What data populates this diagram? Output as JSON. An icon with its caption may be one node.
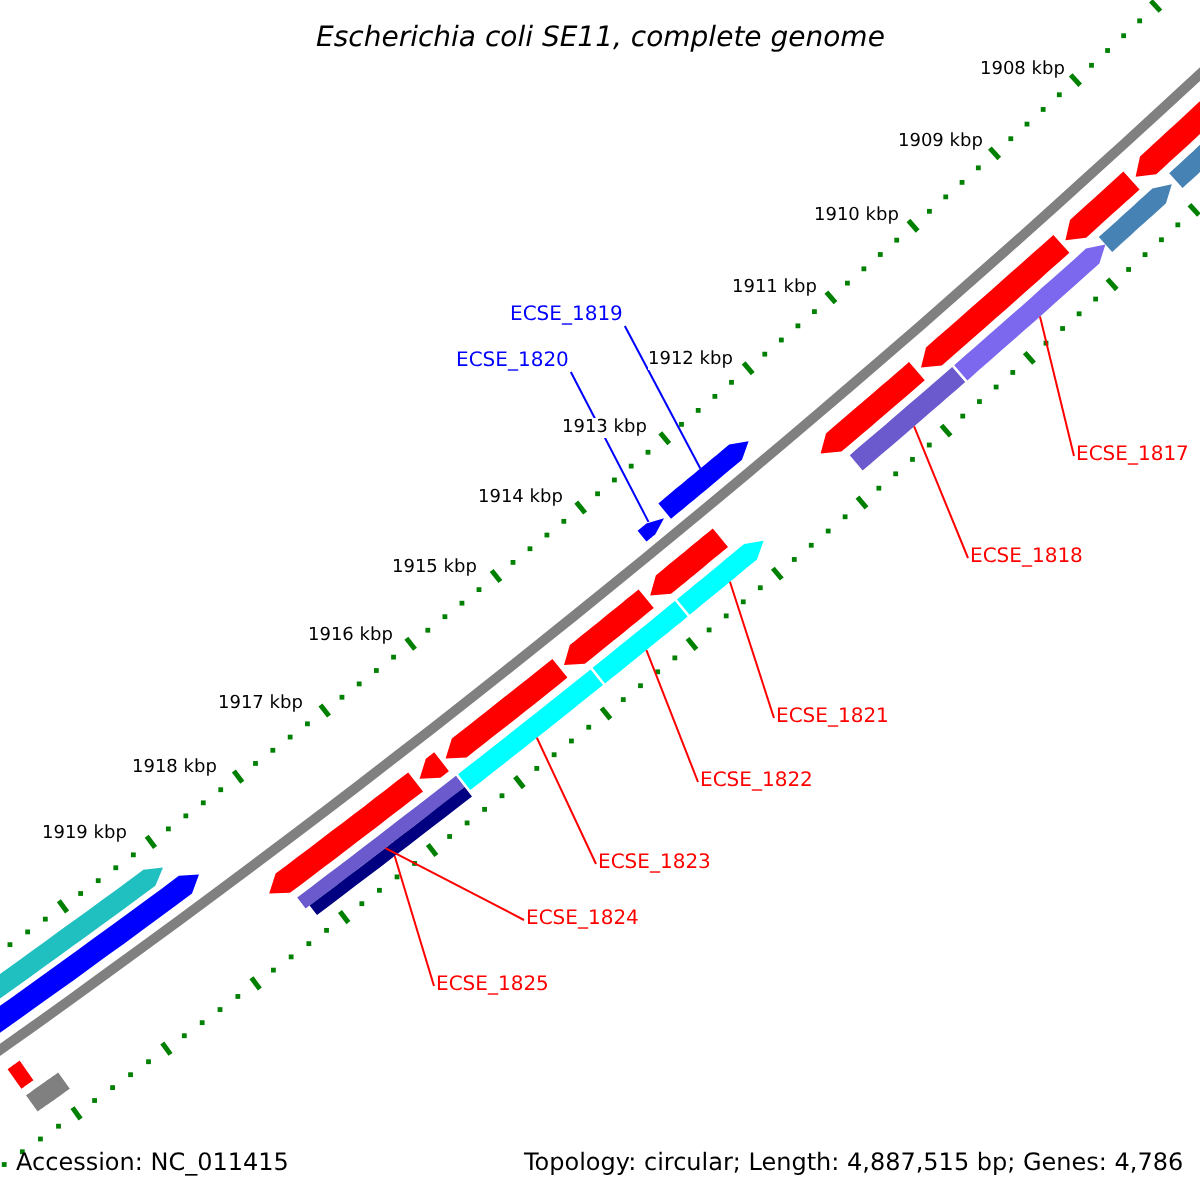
{
  "diagram": {
    "title": "Escherichia coli SE11, complete genome",
    "nodes": [
      {
        "text": [
          "ECSE_1819"
        ]
      },
      {
        "text": [
          "ECSE_1820"
        ]
      },
      {
        "text": [
          "ECSE_1817"
        ]
      },
      {
        "text": [
          "ECSE_1818"
        ]
      },
      {
        "text": [
          "ECSE_1821"
        ]
      },
      {
        "text": [
          "ECSE_1822"
        ]
      },
      {
        "text": [
          "ECSE_1823"
        ]
      },
      {
        "text": [
          "ECSE_1824"
        ]
      },
      {
        "text": [
          "ECSE_1825"
        ]
      },
      {
        "text": [],
        "shape": "bar"
      },
      {
        "text": [],
        "shape": "bar"
      },
      {
        "text": [],
        "shape": "bar"
      },
      {
        "text": [],
        "shape": "bar"
      },
      {
        "text": [],
        "shape": "bar"
      },
      {
        "text": [],
        "shape": "bar"
      },
      {
        "text": [],
        "shape": "bar"
      },
      {
        "text": [],
        "shape": "bar"
      },
      {
        "text": [],
        "shape": "bar"
      },
      {
        "text": [],
        "shape": "bar"
      },
      {
        "text": [],
        "shape": "bar"
      },
      {
        "text": [],
        "shape": "bar"
      },
      {
        "text": [],
        "shape": "bar"
      },
      {
        "text": [],
        "shape": "bar"
      },
      {
        "text": [],
        "shape": "bar"
      },
      {
        "text": [],
        "shape": "bar"
      },
      {
        "text": [],
        "shape": "bar"
      },
      {
        "text": [],
        "shape": "bar"
      },
      {
        "text": [],
        "shape": "bar"
      },
      {
        "text": [],
        "shape": "bar"
      },
      {
        "text": [],
        "shape": "bar"
      },
      {
        "text": [],
        "shape": "bar"
      },
      {
        "text": [],
        "shape": "bar"
      },
      {
        "text": [],
        "shape": "bar"
      }
    ],
    "edges": [
      {
        "from": 0,
        "to": 9,
        "arrow": "none",
        "color": "#0000ff"
      },
      {
        "from": 1,
        "to": 10,
        "arrow": "none",
        "color": "#0000ff"
      },
      {
        "from": 2,
        "to": 11,
        "arrow": "none"
      },
      {
        "from": 3,
        "to": 12,
        "arrow": "none"
      },
      {
        "from": 4,
        "to": 13,
        "arrow": "none"
      },
      {
        "from": 5,
        "to": 14,
        "arrow": "none"
      },
      {
        "from": 6,
        "to": 15,
        "arrow": "none"
      },
      {
        "from": 7,
        "to": 16,
        "arrow": "none"
      },
      {
        "from": 8,
        "to": 17,
        "arrow": "none"
      }
    ],
    "labels": [
      "1908 kbp",
      "1909 kbp",
      "1910 kbp",
      "1911 kbp",
      "1912 kbp",
      "1913 kbp",
      "1914 kbp",
      "1915 kbp",
      "1916 kbp",
      "1917 kbp",
      "1918 kbp",
      "1919 kbp",
      "Accession: NC_011415",
      "Topology: circular; Length: 4,887,515 bp; Genes: 4,786"
    ]
  }
}
